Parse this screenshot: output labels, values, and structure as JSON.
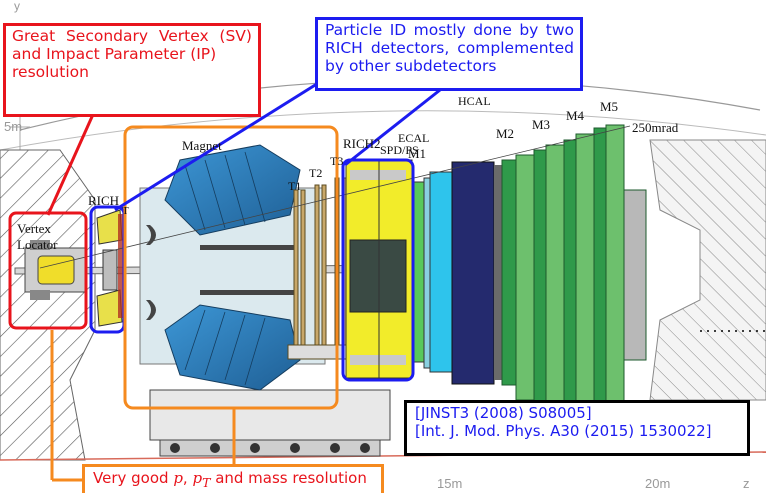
{
  "axis": {
    "y_label": "y",
    "y_tick": "5m",
    "z_label": "z",
    "z_ticks": [
      "15m",
      "20m"
    ]
  },
  "detector_labels": {
    "magnet": "Magnet",
    "rich1": "RICH",
    "rich1_suffix": "T",
    "rich2": "RICH2",
    "vertex_locator": [
      "Vertex",
      "Locator"
    ],
    "t1": "T1",
    "t2": "T2",
    "t3": "T3",
    "ecal": "ECAL",
    "spd_ps": "SPD/PS",
    "hcal": "HCAL",
    "m1": "M1",
    "m2": "M2",
    "m3": "M3",
    "m4": "M4",
    "m5": "M5",
    "mrad": "250mrad"
  },
  "callouts": {
    "sv_ip": {
      "line1": [
        "Great",
        "Secondary",
        "Vertex",
        "(SV)"
      ],
      "line2": "and Impact Parameter (IP)",
      "line3": "resolution"
    },
    "pid": {
      "line1": [
        "Particle",
        "ID",
        "mostly",
        "done",
        "by",
        "two"
      ],
      "line2": [
        "RICH",
        "detectors,",
        "complemented"
      ],
      "line3": "by other subdetectors"
    },
    "mass": {
      "prefix": "Very good ",
      "p": "p",
      "sep": ", ",
      "pt": "p",
      "pt_sub": "T",
      "suffix": " and mass resolution"
    },
    "references": {
      "ref1": "[JINST3 (2008) S08005]",
      "ref2": "[Int. J. Mod. Phys. A30 (2015) 1530022]"
    }
  },
  "colors": {
    "red": "#e8141c",
    "blue": "#1c1cf0",
    "orange": "#f58a1f",
    "black": "#000000",
    "magnet_blue": "#2a7fc0",
    "rich2_yellow": "#f2ec2a",
    "ecal_cyan": "#2ec4ec",
    "hcal_navy": "#242a6e",
    "muon_green": "#2f9a4a"
  }
}
